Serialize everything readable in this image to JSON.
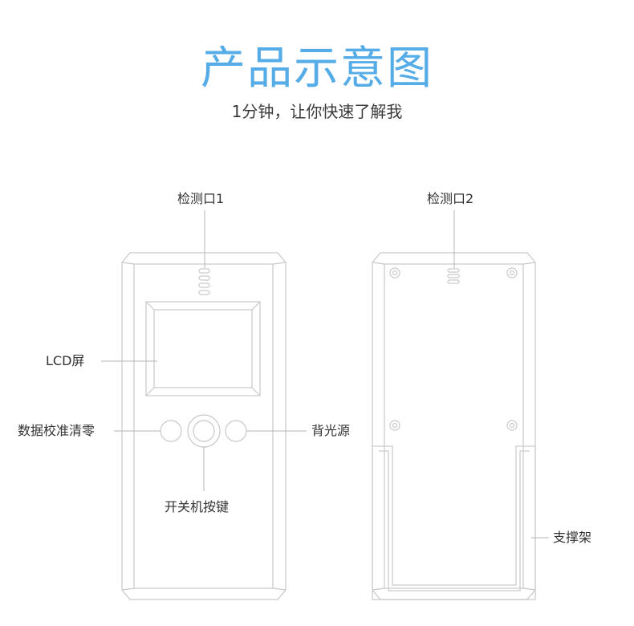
{
  "header": {
    "title": "产品示意图",
    "subtitle": "1分钟，让你快速了解我"
  },
  "labels": {
    "port1": "检测口1",
    "port2": "检测口2",
    "lcd": "LCD屏",
    "calibrate": "数据校准清零",
    "backlight": "背光源",
    "power": "开关机按键",
    "stand": "支撑架"
  },
  "colors": {
    "title": "#55ace6",
    "outline": "#c9c9c9",
    "leader": "#b5b5b5",
    "text": "#333333"
  }
}
